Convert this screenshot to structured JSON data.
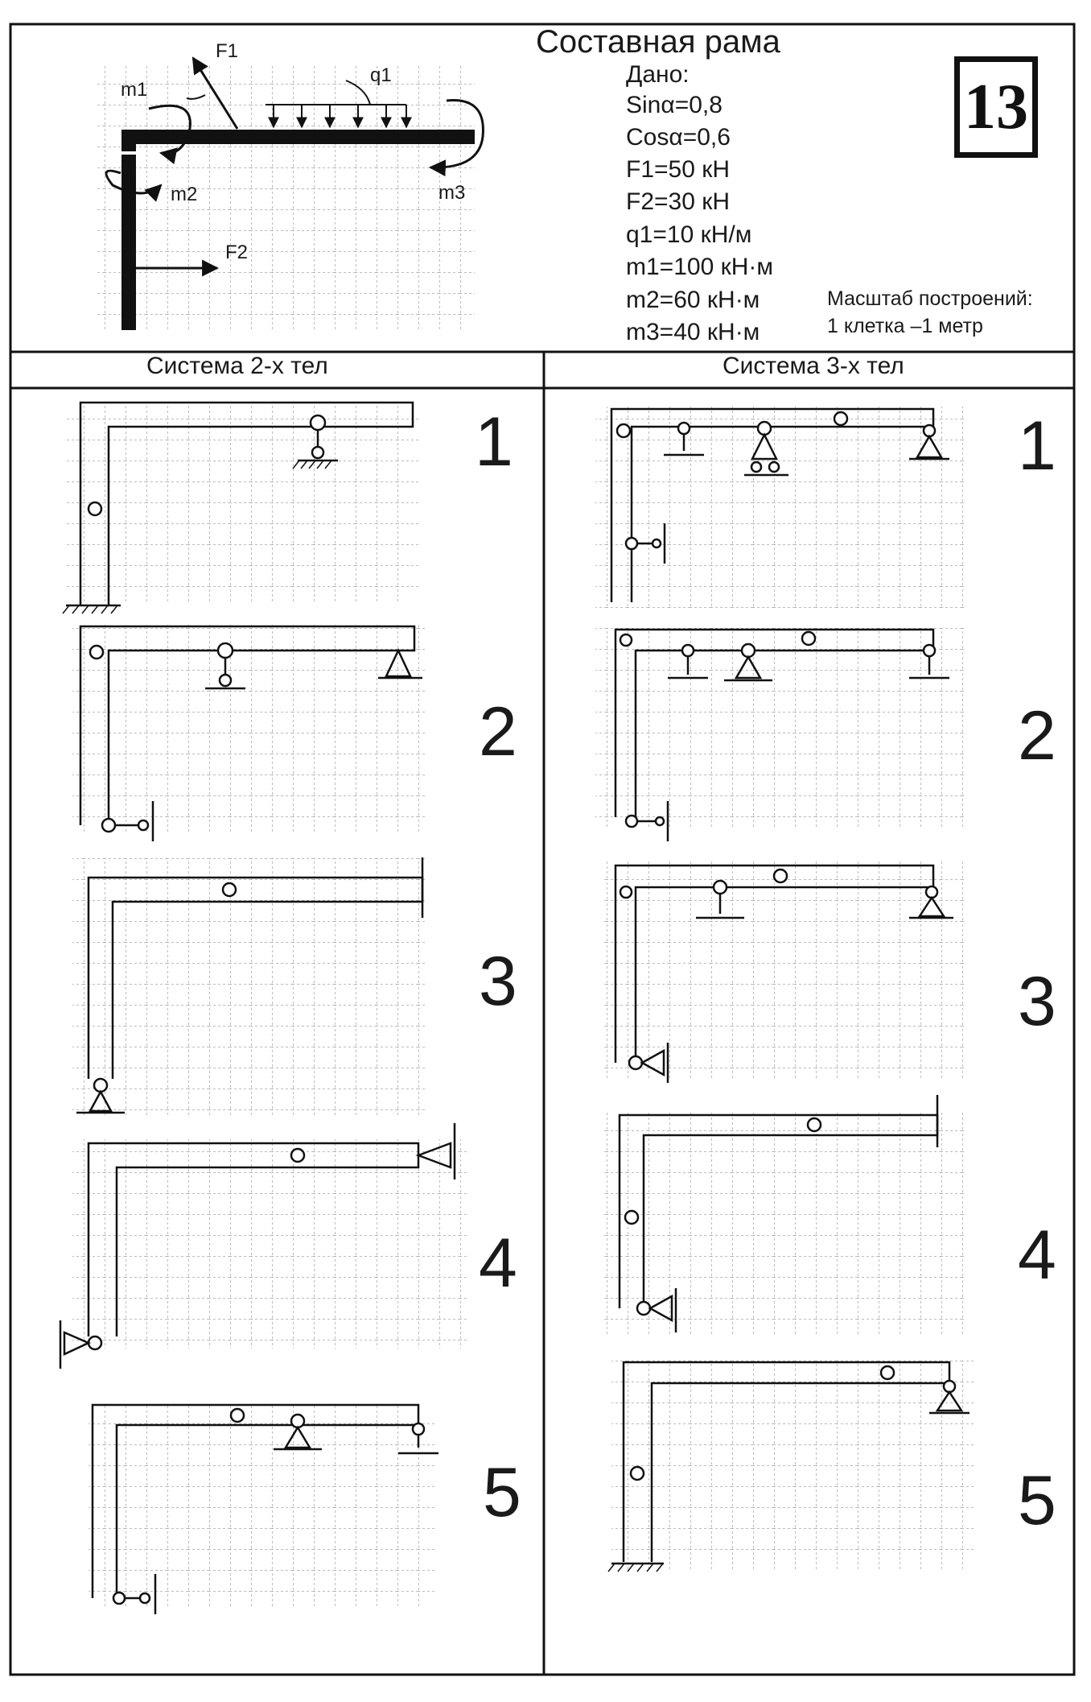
{
  "title": "Составная рама",
  "variant": "13",
  "given": {
    "heading": "Дано:",
    "items": [
      "Sinα=0,8",
      "Cosα=0,6",
      "F1=50 кН",
      "F2=30 кН",
      "q1=10 кН/м",
      "m1=100 кН·м",
      "m2=60 кН·м",
      "m3=40 кН·м"
    ]
  },
  "scale": {
    "label": "Масштаб построений:",
    "value": "1 клетка –1 метр"
  },
  "load_labels": {
    "f1": "F1",
    "f2": "F2",
    "q1": "q1",
    "m1": "m1",
    "m2": "m2",
    "m3": "m3"
  },
  "columns": [
    {
      "header": "Система 2-х тел",
      "numbers": [
        "1",
        "2",
        "3",
        "4",
        "5"
      ]
    },
    {
      "header": "Система 3-х тел",
      "numbers": [
        "1",
        "2",
        "3",
        "4",
        "5"
      ]
    }
  ],
  "colors": {
    "ink": "#111111",
    "grid": "#7a7a7a",
    "paper": "#ffffff"
  }
}
